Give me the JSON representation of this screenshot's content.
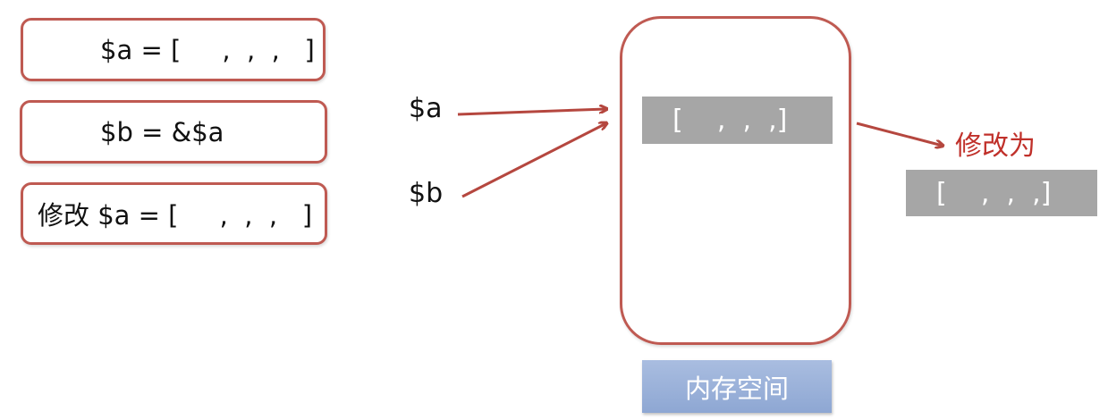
{
  "code_boxes": [
    {
      "text": "$a = [     ,  ,  ,   ]"
    },
    {
      "text": "$b = &$a"
    },
    {
      "text": "修改 $a = [     ,  ,  ,   ]"
    }
  ],
  "variables": {
    "a": "$a",
    "b": "$b"
  },
  "memory": {
    "value": "[    ,  ,  ,]",
    "label": "内存空间"
  },
  "modify": {
    "label": "修改为",
    "value": "[    ,  ,  ,]"
  },
  "colors": {
    "border": "#bf5a52",
    "arrow": "#b5473f",
    "gray": "#a6a6a6",
    "label_blue": "#9db3d9",
    "red_text": "#c0302a"
  }
}
